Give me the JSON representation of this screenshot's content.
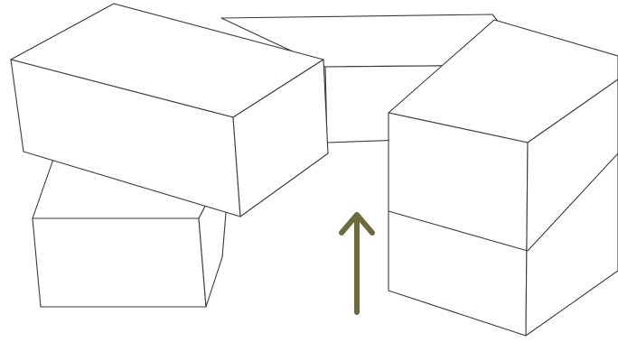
{
  "diagram": {
    "blocks": [
      {
        "name": "back-center-block"
      },
      {
        "name": "lower-left-block"
      },
      {
        "name": "upper-left-block"
      },
      {
        "name": "right-stacked-blocks"
      }
    ],
    "arrow": {
      "direction": "up"
    },
    "colors": {
      "outline": "#3a3a3a",
      "arrow": "#6b6b3e",
      "background": "#ffffff"
    }
  }
}
